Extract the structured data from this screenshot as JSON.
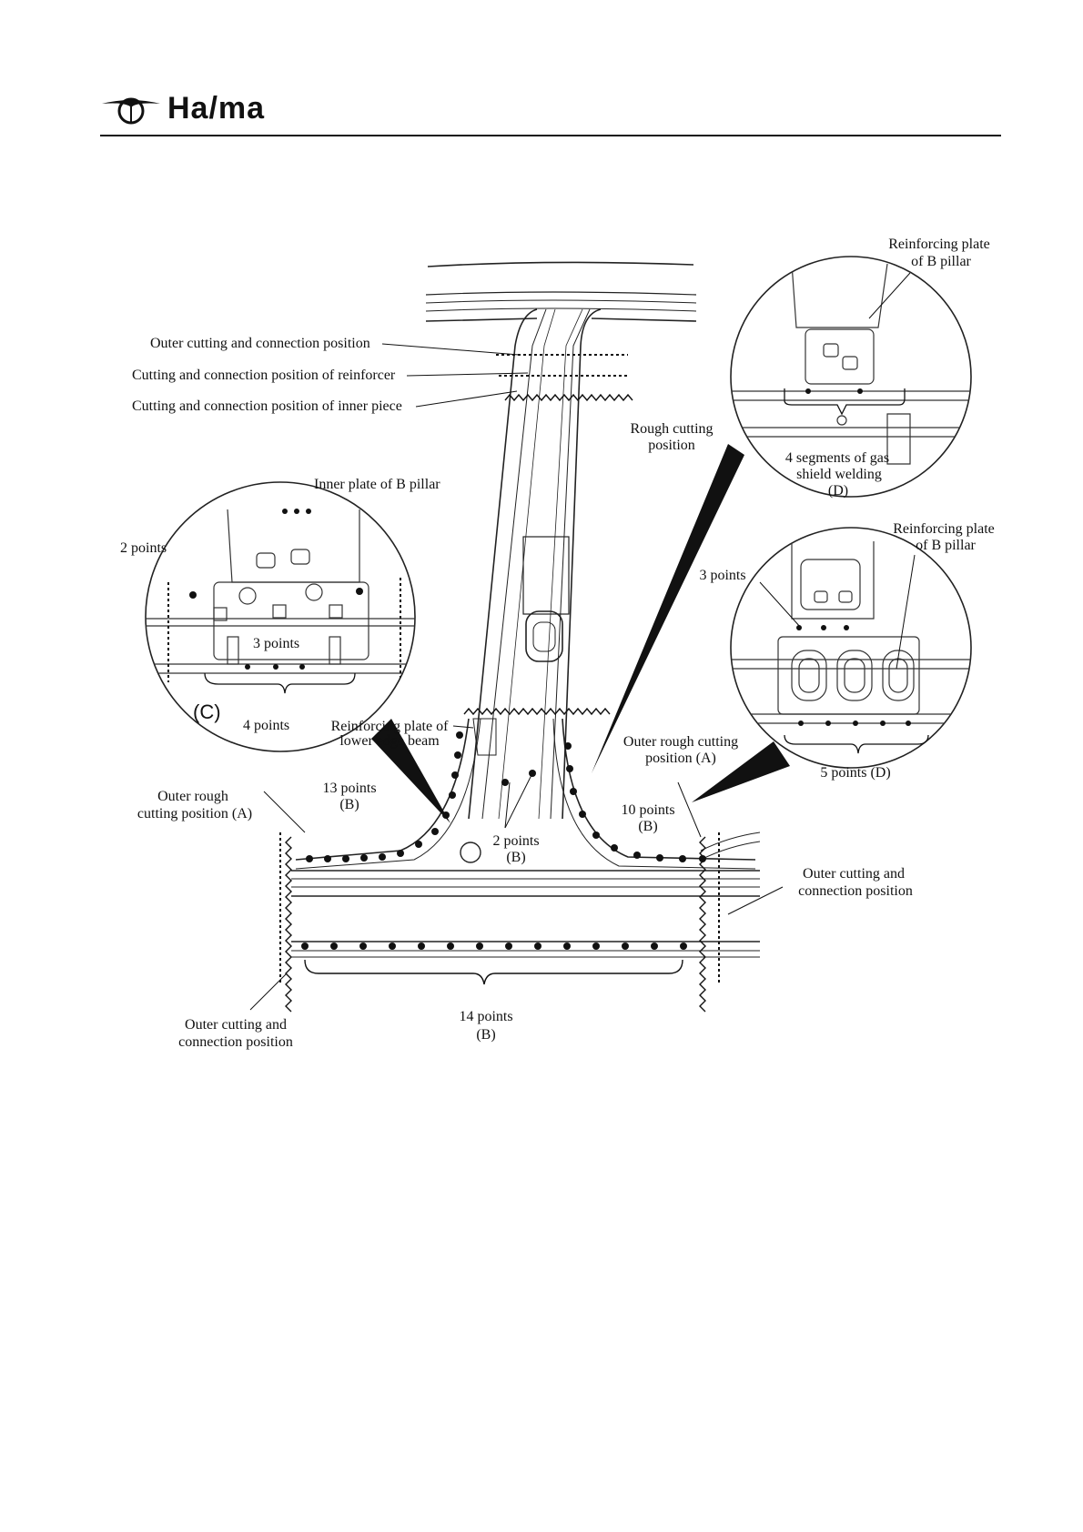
{
  "header": {
    "brand_name": "Ha/ma",
    "logo_icon": "haima-wing-logo-icon"
  },
  "diagram": {
    "labels": {
      "outer_cut_top": "Outer cutting and connection position",
      "reinforcer_cut": "Cutting and connection position of reinforcer",
      "inner_piece_cut": "Cutting and connection position of inner piece",
      "rough_cut_1": "Rough cutting",
      "rough_cut_2": "position",
      "inner_plate_b": "Inner plate of B pillar",
      "two_points": "2 points",
      "three_points_c": "3 points",
      "c_marker": "(C)",
      "four_points": "4 points",
      "reinforcing_lower_1": "Reinforcing plate of",
      "reinforcing_lower_2": "lower edge beam",
      "outer_rough_left_1": "Outer rough",
      "outer_rough_left_2": "cutting position (A)",
      "thirteen_points": "13 points",
      "b_13": "(B)",
      "two_points_b": "2 points",
      "b_2": "(B)",
      "outer_rough_mid_1": "Outer rough cutting",
      "outer_rough_mid_2": "position (A)",
      "ten_points": "10 points",
      "b_10": "(B)",
      "outer_cut_right_1": "Outer cutting and",
      "outer_cut_right_2": "connection position",
      "outer_cut_left_1": "Outer cutting and",
      "outer_cut_left_2": "connection position",
      "fourteen_points": "14 points",
      "b_14": "(B)",
      "reinf_b_top_1": "Reinforcing plate",
      "reinf_b_top_2": "of B pillar",
      "gas_1": "4 segments of gas",
      "gas_2": "shield welding",
      "gas_3": "(D)",
      "reinf_b_mid_1": "Reinforcing plate",
      "reinf_b_mid_2": "of B pillar",
      "three_points_r": "3 points",
      "five_points": "5 points (D)"
    }
  }
}
